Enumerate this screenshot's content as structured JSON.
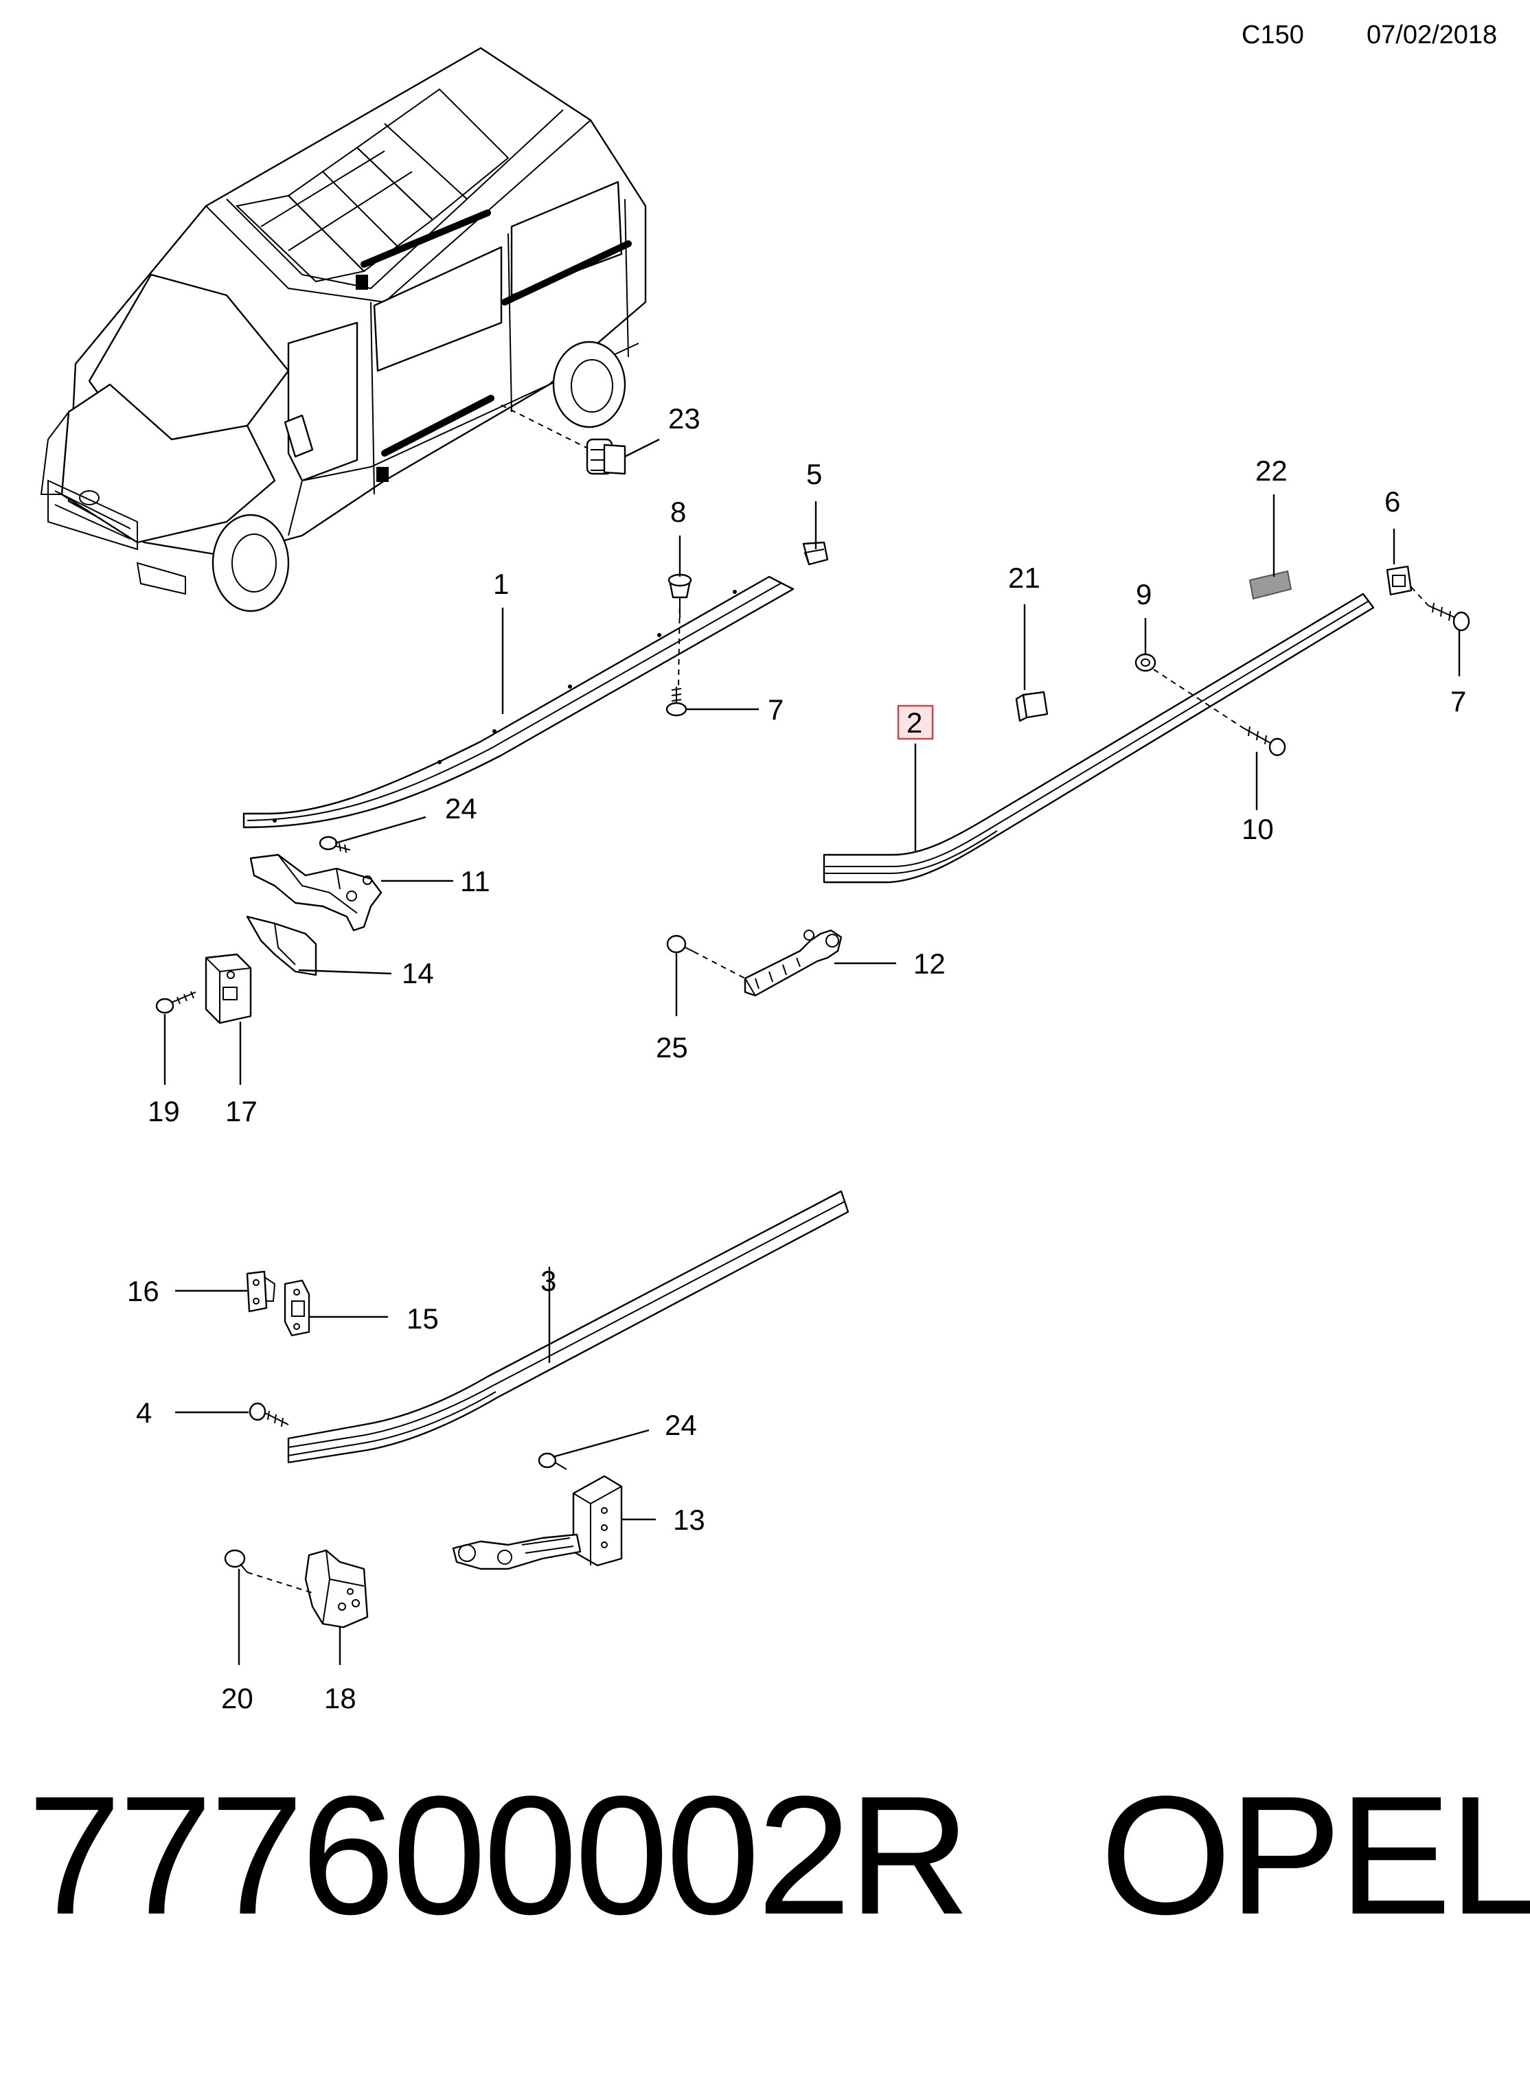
{
  "header": {
    "code": "C150",
    "date": "07/02/2018"
  },
  "footer": {
    "part_number": "777600002R",
    "brand": "OPEL"
  },
  "highlighted_callout": "2",
  "callouts": {
    "c1": "1",
    "c2": "2",
    "c3": "3",
    "c4": "4",
    "c5": "5",
    "c6": "6",
    "c7a": "7",
    "c7b": "7",
    "c8": "8",
    "c9": "9",
    "c10": "10",
    "c11": "11",
    "c12": "12",
    "c13": "13",
    "c14": "14",
    "c15": "15",
    "c16": "16",
    "c17": "17",
    "c18": "18",
    "c19": "19",
    "c20": "20",
    "c21": "21",
    "c22": "22",
    "c23": "23",
    "c24a": "24",
    "c24b": "24",
    "c25": "25"
  }
}
